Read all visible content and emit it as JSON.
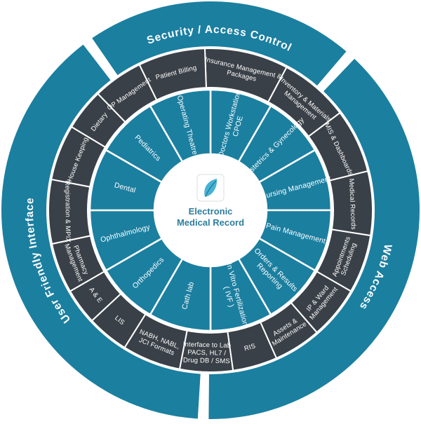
{
  "diagram": {
    "type": "circular-ring-diagram",
    "title": "Electronic Medical Record"
  },
  "colors": {
    "teal": "#1b7fa0",
    "dark": "#3a4047",
    "white": "#ffffff",
    "center_text": "#2e7e9d",
    "logo_accent": "#47b2d3",
    "logo_vein": "#1b7fa0",
    "logo_border": "#d9dfe2"
  },
  "center": {
    "logo_icon": "leaf-icon",
    "title_lines": [
      "Electronic",
      "Medical Record"
    ]
  },
  "outer_ring": {
    "segments": [
      {
        "label": "Security / Access Control",
        "start": 325.5,
        "end": 400.5
      },
      {
        "label": "Web Access",
        "start": 43.5,
        "end": 180.5
      },
      {
        "label": "User Friendly Interface",
        "start": 183.5,
        "end": 322.5
      }
    ]
  },
  "middle_ring": {
    "start": -2,
    "segments": [
      {
        "label": "Insurance Management &\nPackages",
        "span": 30
      },
      {
        "label": "Inventory & Materials\nManagement",
        "span": 25
      },
      {
        "label": "MIS & Dashboards",
        "span": 23
      },
      {
        "label": "Medical Records",
        "span": 23
      },
      {
        "label": "Appointments\nScheduling",
        "span": 21
      },
      {
        "label": "IP & Ward\nManagement",
        "span": 19
      },
      {
        "label": "Assets &\nMaintenance",
        "span": 17
      },
      {
        "label": "RIS",
        "span": 16
      },
      {
        "label": "Interface to  Lab\nPACS, HL7 /\nDrug DB / SMS",
        "span": 19
      },
      {
        "label": "NABH, NABL,\nJCI Formats",
        "span": 21
      },
      {
        "label": "LIS",
        "span": 15
      },
      {
        "label": "A & E",
        "span": 13
      },
      {
        "label": "Pharmacy\nManagement",
        "span": 18
      },
      {
        "label": "Registration & MPIX",
        "span": 23
      },
      {
        "label": "House Keeping",
        "span": 20
      },
      {
        "label": "Dietary",
        "span": 15
      },
      {
        "label": "OP Management",
        "span": 18
      },
      {
        "label": "Patient Billing",
        "span": 24
      }
    ]
  },
  "inner_ring": {
    "start": 0,
    "segments": [
      {
        "label": "Doctors Workstation\nCPOE"
      },
      {
        "label": "Obstetrics & Gynecology"
      },
      {
        "label": "Nursing Management"
      },
      {
        "label": "Pain Management"
      },
      {
        "label": "Orders & Results\nReporting"
      },
      {
        "label": "In Vitro Fertilization\n( IVF )"
      },
      {
        "label": "Cath lab"
      },
      {
        "label": "Orthopedics"
      },
      {
        "label": "Ophthalmology"
      },
      {
        "label": "Dental"
      },
      {
        "label": "Pediatrics"
      },
      {
        "label": "Operating Theatre"
      }
    ]
  }
}
